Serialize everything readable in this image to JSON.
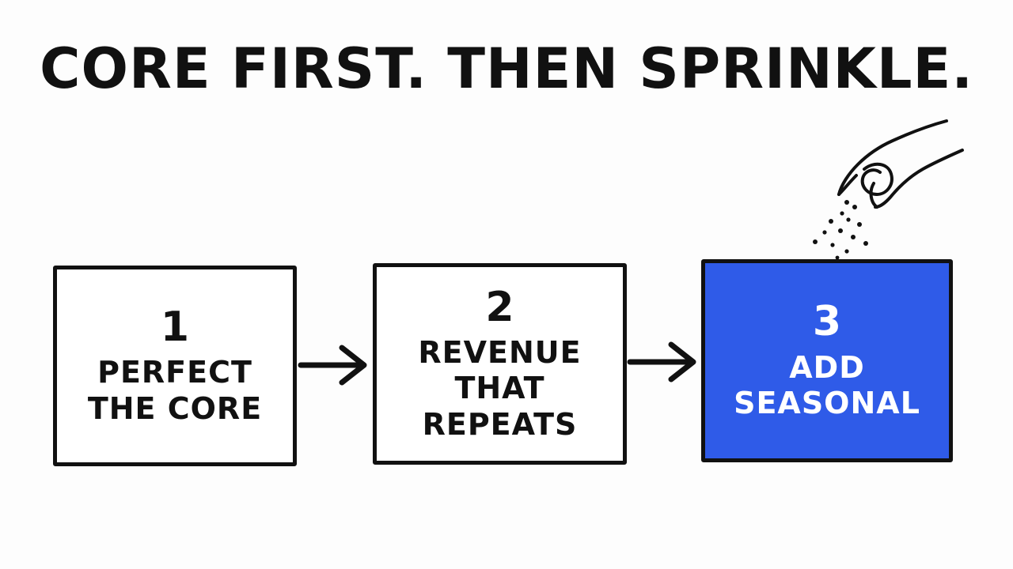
{
  "headline": "CORE FIRST. THEN SPRINKLE.",
  "steps": [
    {
      "number": "1",
      "label": "PERFECT\nTHE CORE"
    },
    {
      "number": "2",
      "label": "REVENUE\nTHAT\nREPEATS"
    },
    {
      "number": "3",
      "label": "ADD\nSEASONAL"
    }
  ],
  "colors": {
    "ink": "#111111",
    "highlight": "#2f5be8",
    "background": "#fdfdfd"
  },
  "icons": {
    "sprinkle": "sprinkling-hand-icon"
  }
}
